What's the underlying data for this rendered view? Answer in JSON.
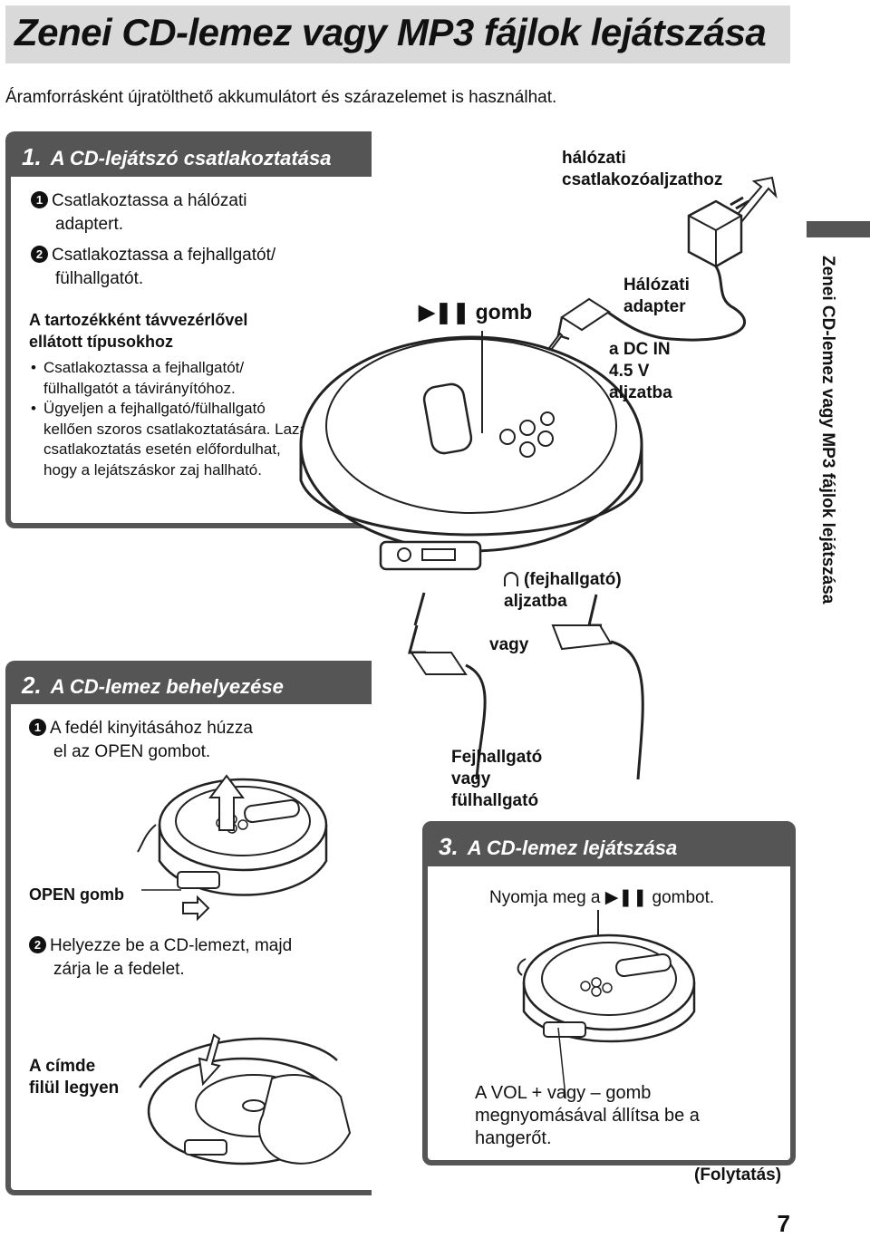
{
  "header": {
    "title": "Zenei CD-lemez vagy MP3 fájlok lejátszása"
  },
  "intro": "Áramforrásként újratölthető akkumulátort és szárazelemet is használhat.",
  "section1": {
    "number": "1.",
    "title": "A CD-lejátszó csatlakoztatása",
    "step1_num": "1",
    "step1_line1": "Csatlakoztassa a hálózati",
    "step1_line2": "adaptert.",
    "step2_num": "2",
    "step2_line1": "Csatlakoztassa a fejhallgatót/",
    "step2_line2": "fülhallgatót.",
    "remote_heading_line1": "A tartozékként távvezérlővel",
    "remote_heading_line2": "ellátott típusokhoz",
    "bullets": [
      "Csatlakoztassa a fejhallgatót/ fülhallgatót a távirányítóhoz.",
      "Ügyeljen a fejhallgató/fülhallgató kellően szoros csatlakoztatására. Laza csatlakoztatás esetén előfordulhat, hogy a lejátszáskor zaj hallható."
    ]
  },
  "diagram1": {
    "to_outlet_line1": "hálózati",
    "to_outlet_line2": "csatlakozóaljzathoz",
    "ac_adapter_line1": "Hálózati",
    "ac_adapter_line2": "adapter",
    "dc_in_line1": "a DC IN",
    "dc_in_line2": "4.5 V",
    "dc_in_line3": "aljzatba",
    "play_button": "▶❚❚ gomb",
    "headphone_jack_line1": "(fejhallgató)",
    "headphone_jack_line2": "aljzatba",
    "or": "vagy",
    "headphones_line1": "Fejhallgató",
    "headphones_line2": "vagy",
    "headphones_line3": "fülhallgató"
  },
  "section2": {
    "number": "2.",
    "title": "A CD-lemez behelyezése",
    "step1_num": "1",
    "step1_line1": "A fedél kinyitásához húzza",
    "step1_line2": "el az OPEN gombot.",
    "open_label": "OPEN gomb",
    "step2_num": "2",
    "step2_line1": "Helyezze be a CD-lemezt, majd",
    "step2_line2": "zárja le a fedelet.",
    "label_side_line1": "A címde",
    "label_side_line2": "filül legyen"
  },
  "section3": {
    "number": "3.",
    "title": "A CD-lemez lejátszása",
    "press_play": "Nyomja meg a ▶❚❚ gombot.",
    "vol_line1": "A VOL + vagy – gomb",
    "vol_line2": "megnyomásával állítsa be a",
    "vol_line3": "hangerőt."
  },
  "side_label": "Zenei CD-lemez vagy MP3 fájlok lejátszása",
  "footer": {
    "continued": "(Folytatás)",
    "page_number": "7"
  }
}
